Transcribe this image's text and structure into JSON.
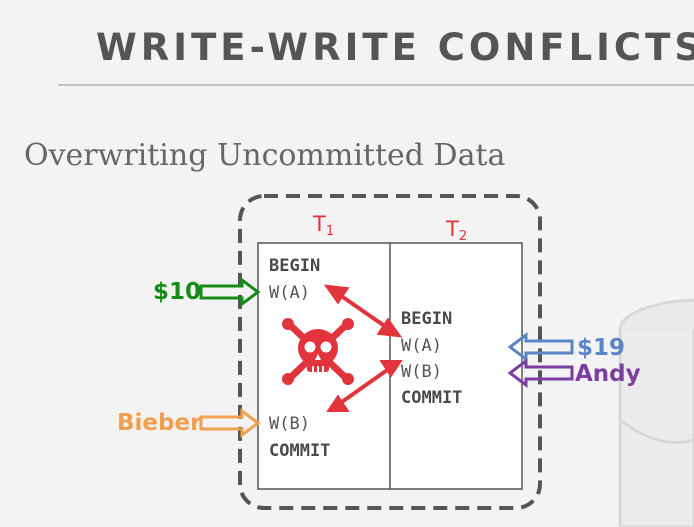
{
  "title": "WRITE-WRITE CONFLICTS",
  "subtitle": "Overwriting Uncommitted Data",
  "diagram": {
    "t1_header": {
      "main": "T",
      "sub": "1"
    },
    "t2_header": {
      "main": "T",
      "sub": "2"
    },
    "t1_ops": {
      "begin": "BEGIN",
      "write_a": "W(A)",
      "write_b": "W(B)",
      "commit": "COMMIT"
    },
    "t2_ops": {
      "begin": "BEGIN",
      "write_a": "W(A)",
      "write_b": "W(B)",
      "commit": "COMMIT"
    },
    "inputs": {
      "ten": {
        "text": "$10",
        "color": "#188a18"
      },
      "bieber": {
        "text": "Bieber",
        "color": "#f0a050"
      },
      "nineteen": {
        "text": "$19",
        "color": "#5b86c6"
      },
      "andy": {
        "text": "Andy",
        "color": "#7a3fa0"
      }
    },
    "conflict_color": "#e2343c",
    "icons": {
      "conflict": "skull-crossbones-icon"
    }
  }
}
